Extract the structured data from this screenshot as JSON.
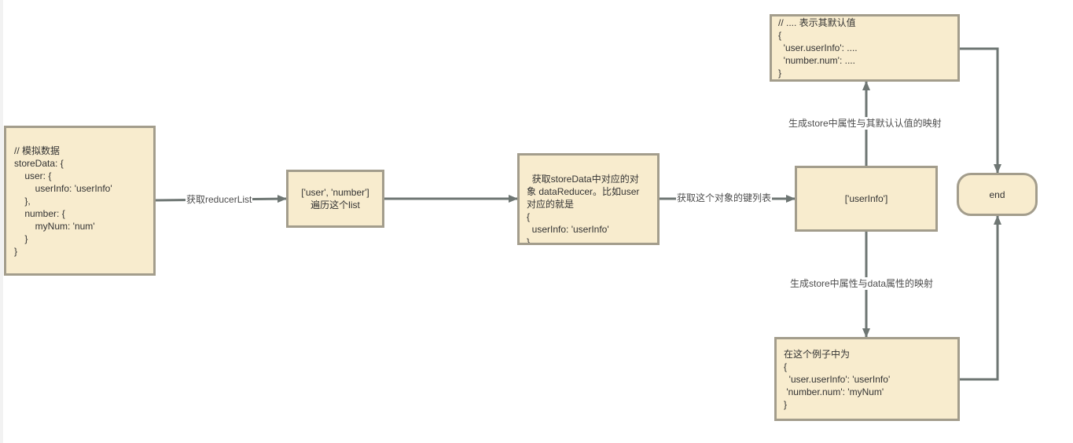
{
  "diagram": {
    "colors": {
      "node_fill": "#f8ecce",
      "node_border": "#a39d8c",
      "connector": "#6e7673",
      "text": "#333333"
    },
    "nodes": {
      "mock_data": "// 模拟数据\nstoreData: {\n    user: {\n        userInfo: 'userInfo'\n    },\n    number: {\n        myNum: 'num'\n    }\n}",
      "reducer_list": "['user', 'number']\n遍历这个list",
      "data_reducer": "获取storeData中对应的对\n象 dataReducer。比如user\n对应的就是\n{\n  userInfo: 'userInfo'\n}",
      "key_list": "['userInfo']",
      "default_values": "// .... 表示其默认值\n{\n  'user.userInfo': ....\n  'number.num': ....\n}",
      "example": "在这个例子中为\n{\n  'user.userInfo': 'userInfo'\n 'number.num': 'myNum'\n}",
      "end": "end"
    },
    "edge_labels": {
      "get_reducer_list": "获取reducerList",
      "get_key_list": "获取这个对象的键列表",
      "default_mapping": "生成store中属性与其默认认值的映射",
      "data_mapping": "生成store中属性与data属性的映射"
    }
  }
}
